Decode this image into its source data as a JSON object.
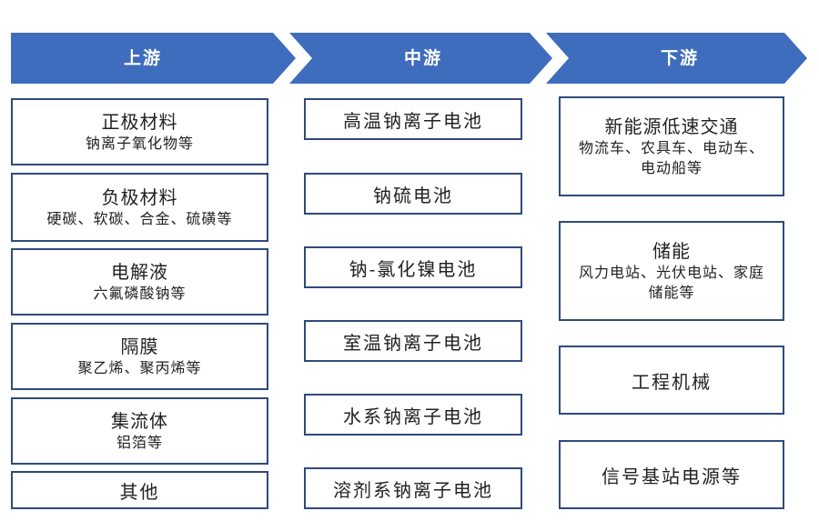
{
  "stages": {
    "upstream": "上游",
    "midstream": "中游",
    "downstream": "下游"
  },
  "upstream": [
    {
      "title": "正极材料",
      "desc": "钠离子氧化物等"
    },
    {
      "title": "负极材料",
      "desc": "硬碳、软碳、合金、硫磺等"
    },
    {
      "title": "电解液",
      "desc": "六氟磷酸钠等"
    },
    {
      "title": "隔膜",
      "desc": "聚乙烯、聚丙烯等"
    },
    {
      "title": "集流体",
      "desc": "铝箔等"
    },
    {
      "title": "其他",
      "desc": ""
    }
  ],
  "midstream": [
    "高温钠离子电池",
    "钠硫电池",
    "钠-氯化镍电池",
    "室温钠离子电池",
    "水系钠离子电池",
    "溶剂系钠离子电池"
  ],
  "downstream": [
    {
      "title": "新能源低速交通",
      "desc": "物流车、农具车、电动车、电动船等"
    },
    {
      "title": "储能",
      "desc": "风力电站、光伏电站、家庭储能等"
    },
    {
      "title": "工程机械",
      "desc": ""
    },
    {
      "title": "信号基站电源等",
      "desc": ""
    }
  ],
  "colors": {
    "chevron_fill": "#3f6dbd",
    "border": "#2f4a7a"
  }
}
